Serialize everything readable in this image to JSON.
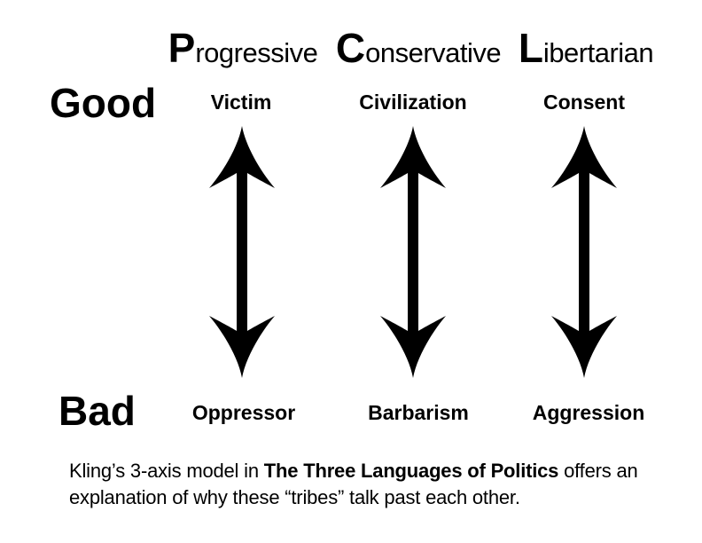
{
  "page": {
    "background_color": "#ffffff",
    "text_color": "#000000"
  },
  "diagram": {
    "good_label": "Good",
    "bad_label": "Bad",
    "axes": [
      {
        "name": "progressive",
        "initial": "P",
        "rest": "rogressive",
        "good_pole": "Victim",
        "bad_pole": "Oppressor"
      },
      {
        "name": "conservative",
        "initial": "C",
        "rest": "onservative",
        "good_pole": "Civilization",
        "bad_pole": "Barbarism"
      },
      {
        "name": "libertarian",
        "initial": "L",
        "rest": "ibertarian",
        "good_pole": "Consent",
        "bad_pole": "Aggression"
      }
    ],
    "arrow_color": "#000000",
    "caption": {
      "line1_pre": "Kling’s 3-axis model in ",
      "line1_bold": "The Three Languages of Politics",
      "line1_post": " offers an",
      "line2": "explanation of why these “tribes” talk past each other."
    }
  }
}
